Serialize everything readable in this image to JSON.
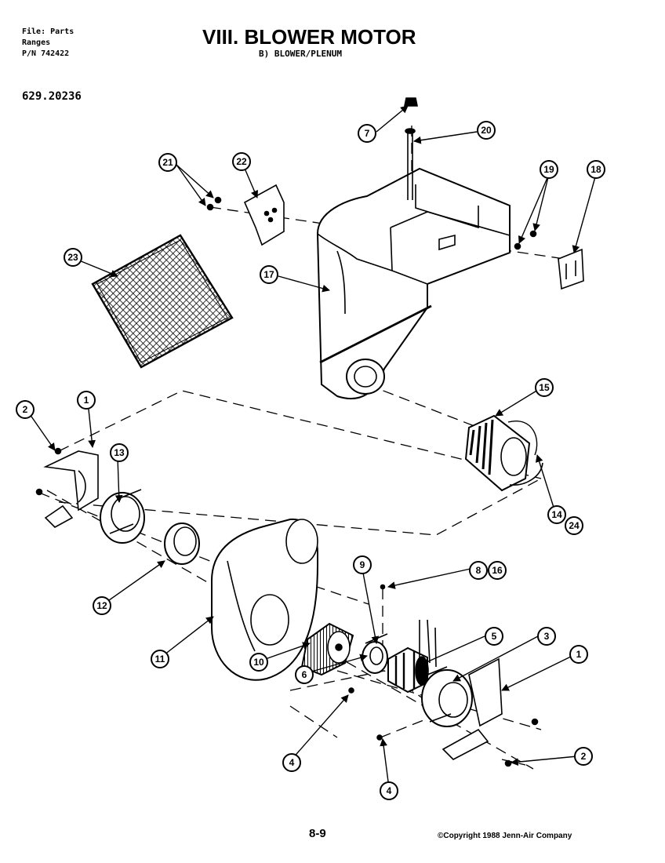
{
  "header": {
    "file_line": "File: Parts",
    "category": "Ranges",
    "part_number": "P/N 742422",
    "model": "629.20236"
  },
  "title": "VIII. BLOWER MOTOR",
  "subtitle": "B) BLOWER/PLENUM",
  "footer": {
    "page": "8-9",
    "copyright": "©Copyright 1988 Jenn-Air Company"
  },
  "callouts": [
    {
      "id": "c7",
      "label": "7"
    },
    {
      "id": "c20",
      "label": "20"
    },
    {
      "id": "c21",
      "label": "21"
    },
    {
      "id": "c22",
      "label": "22"
    },
    {
      "id": "c19",
      "label": "19"
    },
    {
      "id": "c18",
      "label": "18"
    },
    {
      "id": "c23",
      "label": "23"
    },
    {
      "id": "c17",
      "label": "17"
    },
    {
      "id": "c15",
      "label": "15"
    },
    {
      "id": "c2a",
      "label": "2"
    },
    {
      "id": "c1a",
      "label": "1"
    },
    {
      "id": "c13",
      "label": "13"
    },
    {
      "id": "c14",
      "label": "14"
    },
    {
      "id": "c24",
      "label": "24"
    },
    {
      "id": "c9",
      "label": "9"
    },
    {
      "id": "c8",
      "label": "8"
    },
    {
      "id": "c16",
      "label": "16"
    },
    {
      "id": "c12",
      "label": "12"
    },
    {
      "id": "c5",
      "label": "5"
    },
    {
      "id": "c3",
      "label": "3"
    },
    {
      "id": "c1b",
      "label": "1"
    },
    {
      "id": "c11",
      "label": "11"
    },
    {
      "id": "c10",
      "label": "10"
    },
    {
      "id": "c6",
      "label": "6"
    },
    {
      "id": "c2b",
      "label": "2"
    },
    {
      "id": "c4a",
      "label": "4"
    },
    {
      "id": "c4b",
      "label": "4"
    }
  ]
}
